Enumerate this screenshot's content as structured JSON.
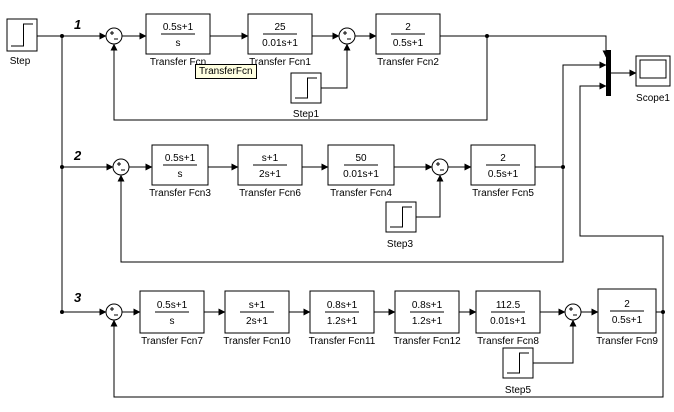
{
  "source": {
    "label": "Step"
  },
  "scope": {
    "label": "Scope1"
  },
  "tooltip": "TransferFcn",
  "rows": [
    {
      "label": "1",
      "blocks": [
        {
          "num": "0.5s+1",
          "den": "s",
          "label": "Transfer Fcn"
        },
        {
          "num": "25",
          "den": "0.01s+1",
          "label": "Transfer Fcn1"
        },
        {
          "num": "2",
          "den": "0.5s+1",
          "label": "Transfer Fcn2"
        }
      ],
      "step": {
        "label": "Step1"
      }
    },
    {
      "label": "2",
      "blocks": [
        {
          "num": "0.5s+1",
          "den": "s",
          "label": "Transfer Fcn3"
        },
        {
          "num": "s+1",
          "den": "2s+1",
          "label": "Transfer Fcn6"
        },
        {
          "num": "50",
          "den": "0.01s+1",
          "label": "Transfer Fcn4"
        },
        {
          "num": "2",
          "den": "0.5s+1",
          "label": "Transfer Fcn5"
        }
      ],
      "step": {
        "label": "Step3"
      }
    },
    {
      "label": "3",
      "blocks": [
        {
          "num": "0.5s+1",
          "den": "s",
          "label": "Transfer Fcn7"
        },
        {
          "num": "s+1",
          "den": "2s+1",
          "label": "Transfer Fcn10"
        },
        {
          "num": "0.8s+1",
          "den": "1.2s+1",
          "label": "Transfer Fcn11"
        },
        {
          "num": "0.8s+1",
          "den": "1.2s+1",
          "label": "Transfer Fcn12"
        },
        {
          "num": "112.5",
          "den": "0.01s+1",
          "label": "Transfer Fcn8"
        },
        {
          "num": "2",
          "den": "0.5s+1",
          "label": "Transfer Fcn9"
        }
      ],
      "step": {
        "label": "Step5"
      }
    }
  ]
}
